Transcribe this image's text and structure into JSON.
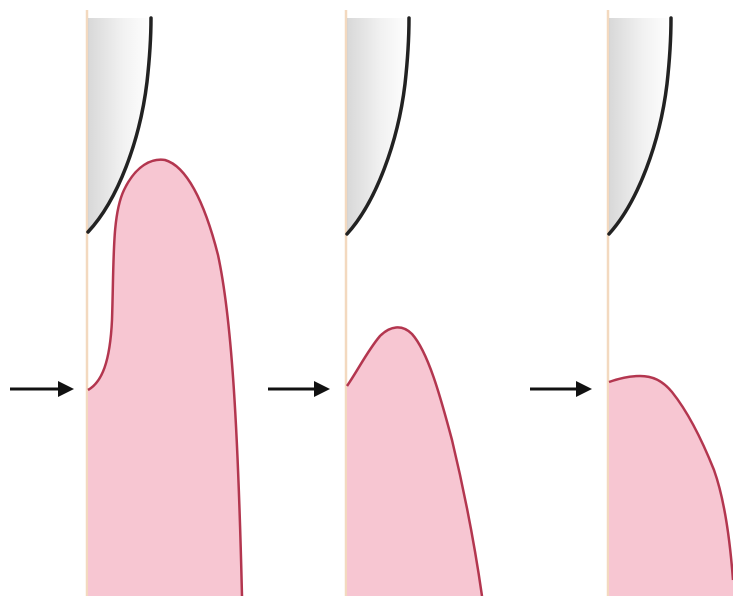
{
  "figure": {
    "panel_count": 3,
    "colors": {
      "background": "#ffffff",
      "tooth_surface_line": "#f3d9bf",
      "tissue_fill": "#f7c6d2",
      "tissue_outline": "#b3364f",
      "crown_edge": "#222222",
      "crown_shadow": "#c4c4c4",
      "arrow": "#111111"
    },
    "panels": [
      {
        "id": "panel-1",
        "arrow_icon": "arrow-right-icon"
      },
      {
        "id": "panel-2",
        "arrow_icon": "arrow-right-icon"
      },
      {
        "id": "panel-3",
        "arrow_icon": "arrow-right-icon"
      }
    ]
  }
}
